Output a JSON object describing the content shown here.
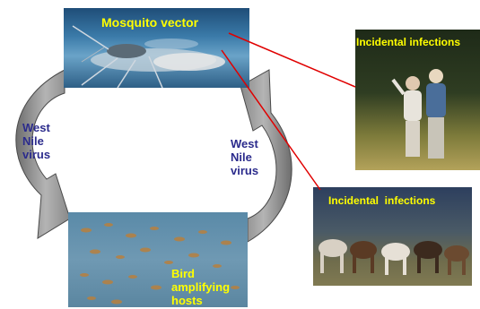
{
  "mosquito_panel": {
    "label": "Mosquito vector"
  },
  "left_arrow": {
    "label_lines": [
      "West",
      "Nile",
      "virus"
    ]
  },
  "right_arrow": {
    "label_lines": [
      "West",
      "Nile",
      "virus"
    ]
  },
  "bird_panel": {
    "label_lines": [
      "Bird",
      "amplifying",
      "hosts"
    ]
  },
  "people_panel": {
    "label": "Incidental infections"
  },
  "horse_panel": {
    "label": "Incidental  infections"
  },
  "colors": {
    "label_yellow": "#ffff00",
    "label_navy": "#2b2b8c",
    "arrow_gray": "#8a8a8a",
    "connector_red": "#e00000"
  }
}
